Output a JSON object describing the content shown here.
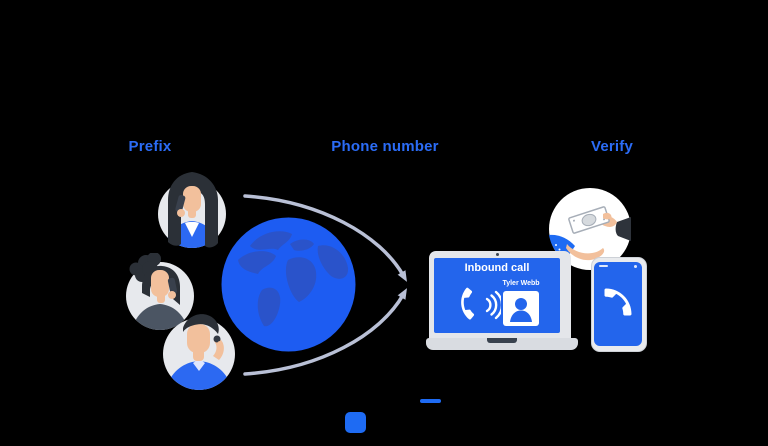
{
  "labels": {
    "prefix": "Prefix",
    "phone_number": "Phone number",
    "verify": "Verify"
  },
  "laptop_screen": {
    "title": "Inbound call",
    "caller_name": "Tyler Webb"
  },
  "icons": {
    "globe": "world-globe",
    "flow_arrows": "curved-flow-arrows",
    "ringing_phone": "phone-handset-with-sound-waves",
    "contact_card": "contact-card-person",
    "phone_handset": "phone-handset",
    "money_exchange": "hands-exchanging-banknote",
    "callers": [
      "woman-on-phone",
      "woman-curly-hair-on-phone",
      "man-on-phone"
    ]
  },
  "colors": {
    "background": "#000000",
    "label_blue": "#2b6cf6",
    "screen_blue": "#2365ec",
    "brand_blue": "#1e6bf3",
    "globe_ocean": "#1d5cf2",
    "globe_land": "#2a53ca",
    "arrow_gray": "#b9c0d6",
    "avatar_circle_bg": "#e7e9ed",
    "skin": "#f2c09c",
    "hair_dark": "#2b3037",
    "device_frame": "#e4e6ea",
    "laptop_base": "#d9dce1",
    "notch_dark": "#39424e",
    "white": "#ffffff"
  }
}
